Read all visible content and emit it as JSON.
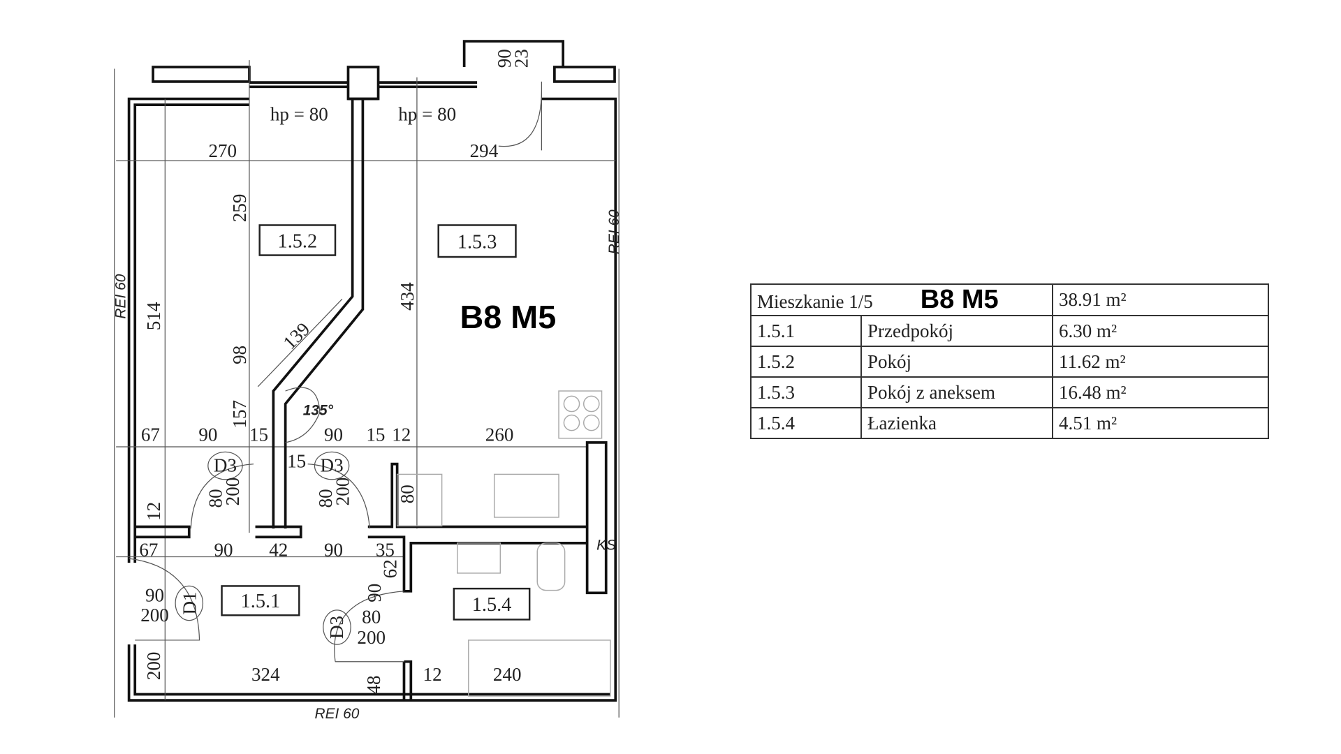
{
  "plan": {
    "badge": "B8 M5",
    "rooms": {
      "r151": "1.5.1",
      "r152": "1.5.2",
      "r153": "1.5.3",
      "r154": "1.5.4"
    },
    "hp1": "hp = 80",
    "hp2": "hp = 80",
    "rei": "REI 60",
    "dims": {
      "d270": "270",
      "d294": "294",
      "d259": "259",
      "d514": "514",
      "d434": "434",
      "d139": "139",
      "d98": "98",
      "d157": "157",
      "angle": "135°",
      "r1": [
        "67",
        "90",
        "15",
        "90",
        "15",
        "12",
        "260"
      ],
      "d15b": "15",
      "r2": [
        "67",
        "90",
        "42",
        "90",
        "35"
      ],
      "d12": "12",
      "d80a": "80",
      "d200a": "200",
      "d80b": "80",
      "d200b": "200",
      "d80c": "80",
      "d62": "62",
      "d90v": "90",
      "d90d1": "90",
      "d200d1": "200",
      "d80d": "80",
      "d200d": "200",
      "d200l": "200",
      "d324": "324",
      "d48": "48",
      "d12b": "12",
      "d240": "240",
      "d90top": "90",
      "d23top": "23"
    },
    "doors": {
      "d3": "D3",
      "d1": "D1",
      "ks": "KS"
    }
  },
  "table": {
    "header": {
      "label": "Mieszkanie 1/5",
      "badge": "B8 M5",
      "area": "38.91 m²"
    },
    "rows": [
      {
        "id": "1.5.1",
        "name": "Przedpokój",
        "area": "6.30 m²"
      },
      {
        "id": "1.5.2",
        "name": "Pokój",
        "area": "11.62 m²"
      },
      {
        "id": "1.5.3",
        "name": "Pokój z aneksem",
        "area": "16.48 m²"
      },
      {
        "id": "1.5.4",
        "name": "Łazienka",
        "area": "4.51 m²"
      }
    ]
  }
}
